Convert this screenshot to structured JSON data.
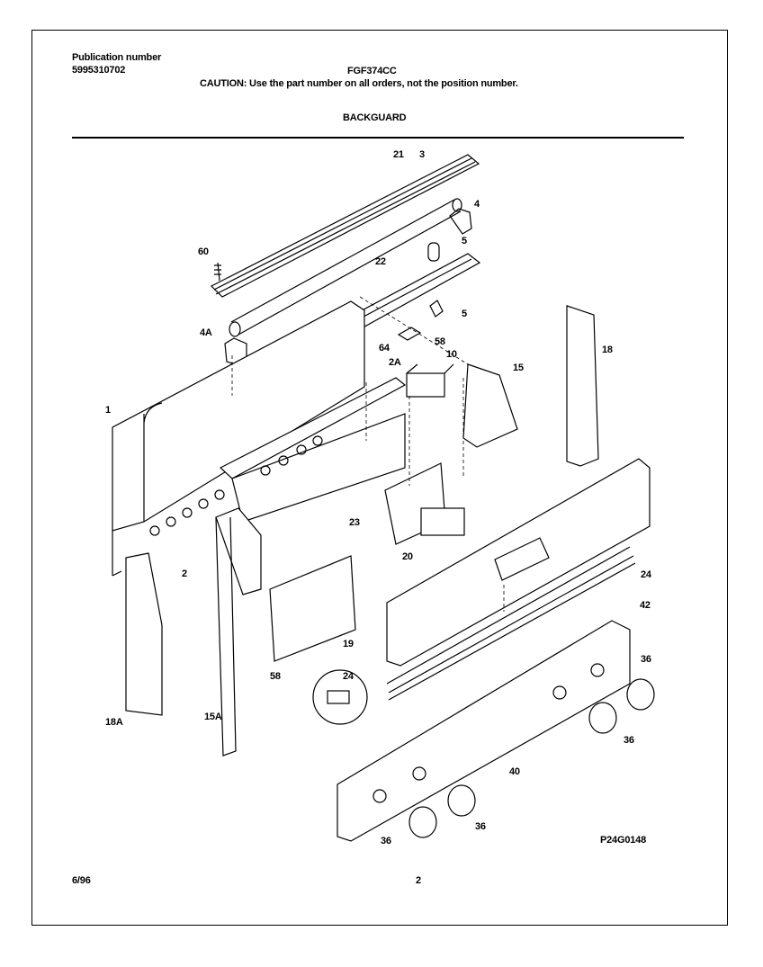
{
  "header": {
    "pub_label": "Publication number",
    "pub_number": "5995310702",
    "model": "FGF374CC",
    "caution": "CAUTION:  Use the part number on all orders, not the position number.",
    "section": "BACKGUARD"
  },
  "footer": {
    "date": "6/96",
    "page": "2",
    "drawing_code": "P24G0148"
  },
  "callouts": [
    "21",
    "3",
    "4",
    "60",
    "5",
    "22",
    "5",
    "4A",
    "64",
    "58",
    "10",
    "2A",
    "15",
    "18",
    "1",
    "2",
    "23",
    "20",
    "24",
    "42",
    "19",
    "58",
    "18A",
    "15A",
    "24",
    "36",
    "36",
    "40",
    "36",
    "36"
  ]
}
